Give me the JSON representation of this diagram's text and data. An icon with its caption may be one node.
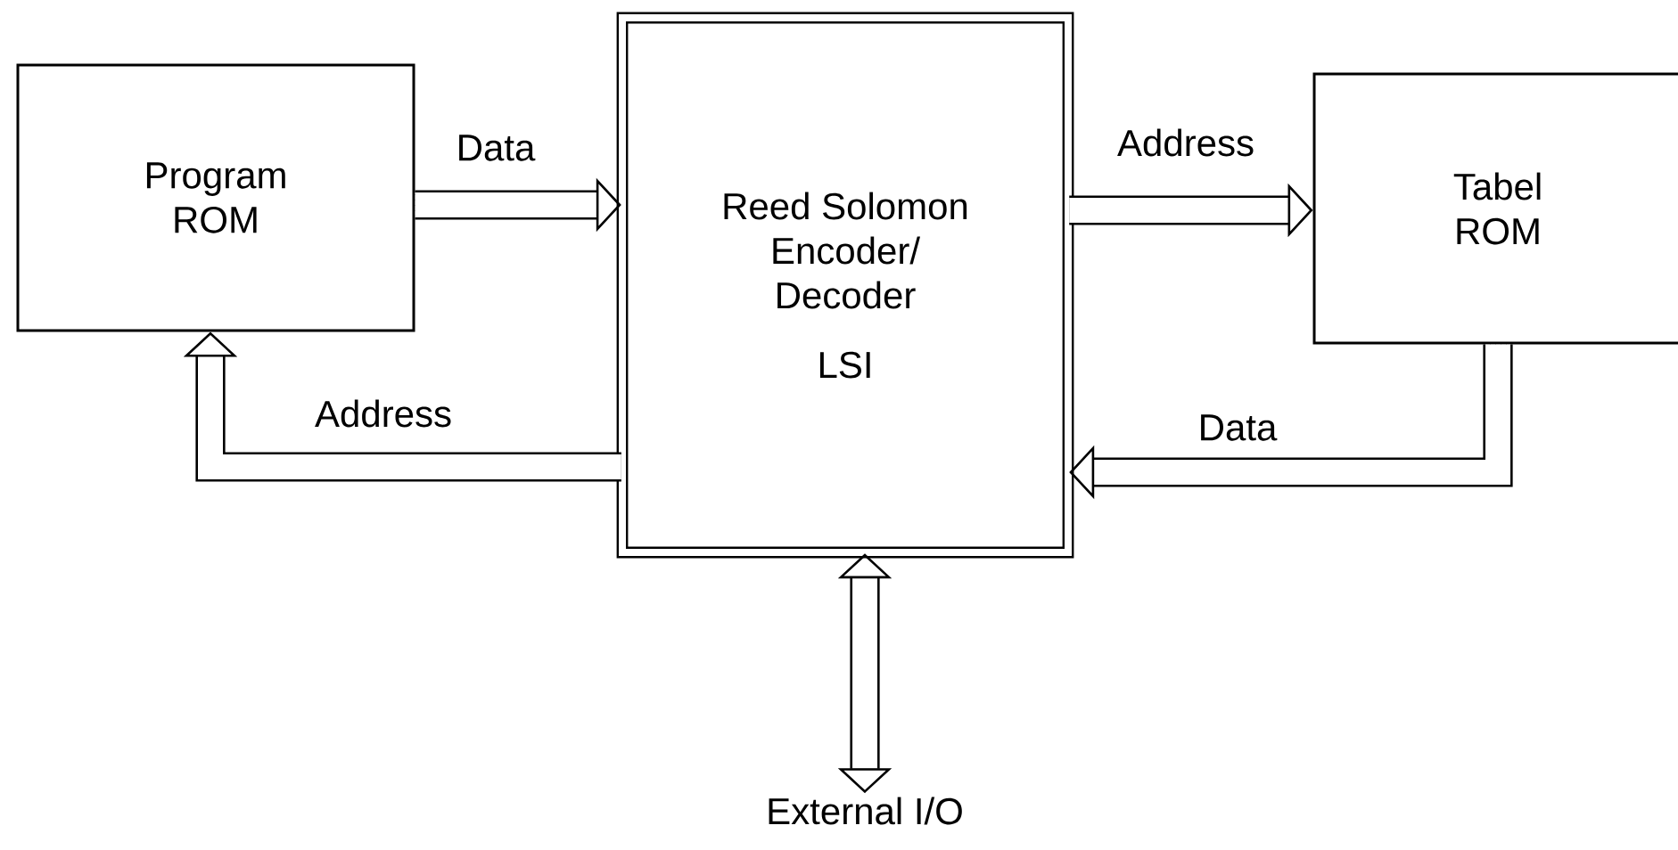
{
  "diagram": {
    "nodes": [
      {
        "text": [
          "Program ROM"
        ]
      },
      {
        "text": [
          "Reed Solomon Encoder/ Decoder",
          "LSI"
        ]
      },
      {
        "text": [
          "Tabel ROM"
        ]
      },
      {
        "text": [
          "External I/O"
        ]
      }
    ],
    "edges": [
      {
        "from": 0,
        "to": 1,
        "arrow": "to",
        "label": "Data"
      },
      {
        "from": 1,
        "to": 2,
        "arrow": "to",
        "label": "Address"
      },
      {
        "from": 2,
        "to": 1,
        "arrow": "to",
        "label": "Data"
      },
      {
        "from": 1,
        "to": 0,
        "arrow": "to",
        "label": "Address"
      },
      {
        "from": 1,
        "to": 3,
        "arrow": "both"
      }
    ]
  }
}
